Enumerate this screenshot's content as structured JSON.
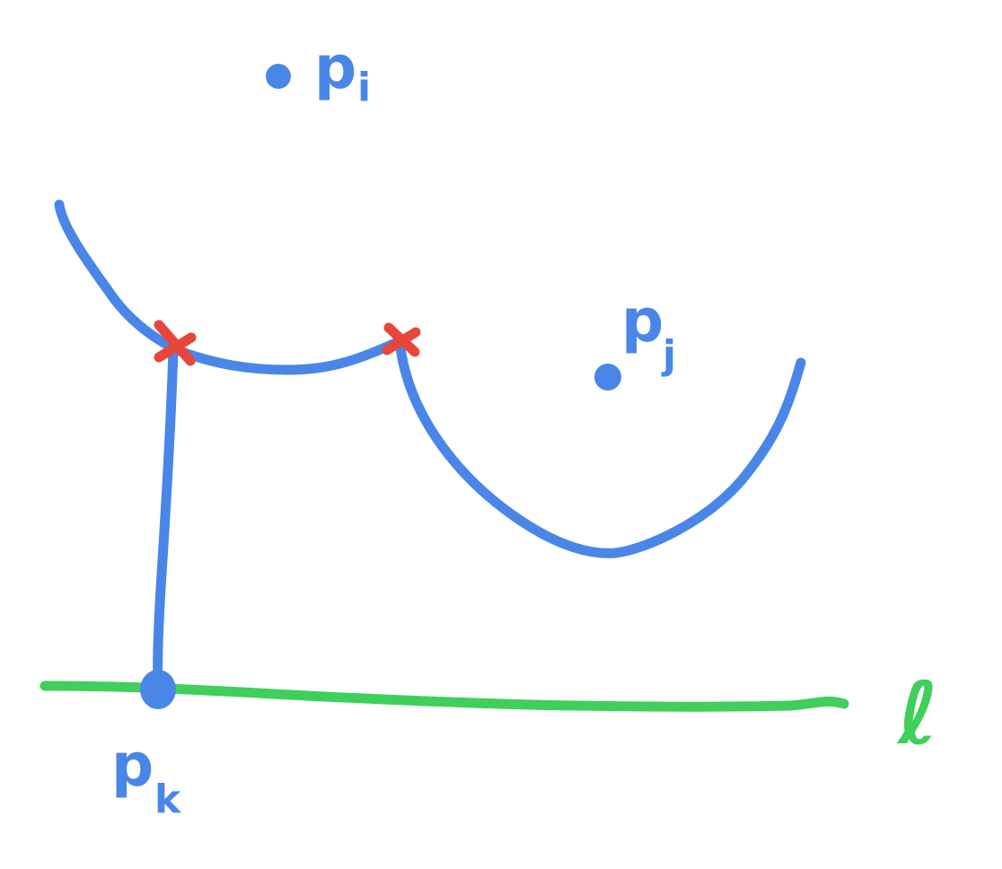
{
  "colors": {
    "curve": "#4a86e8",
    "line": "#3fcf5a",
    "intersection": "#e8453c",
    "background": "#ffffff"
  },
  "labels": {
    "p_i": {
      "main": "p",
      "sub": "i"
    },
    "p_j": {
      "main": "p",
      "sub": "j"
    },
    "p_k": {
      "main": "p",
      "sub": "k"
    },
    "line_l": "ℓ"
  }
}
